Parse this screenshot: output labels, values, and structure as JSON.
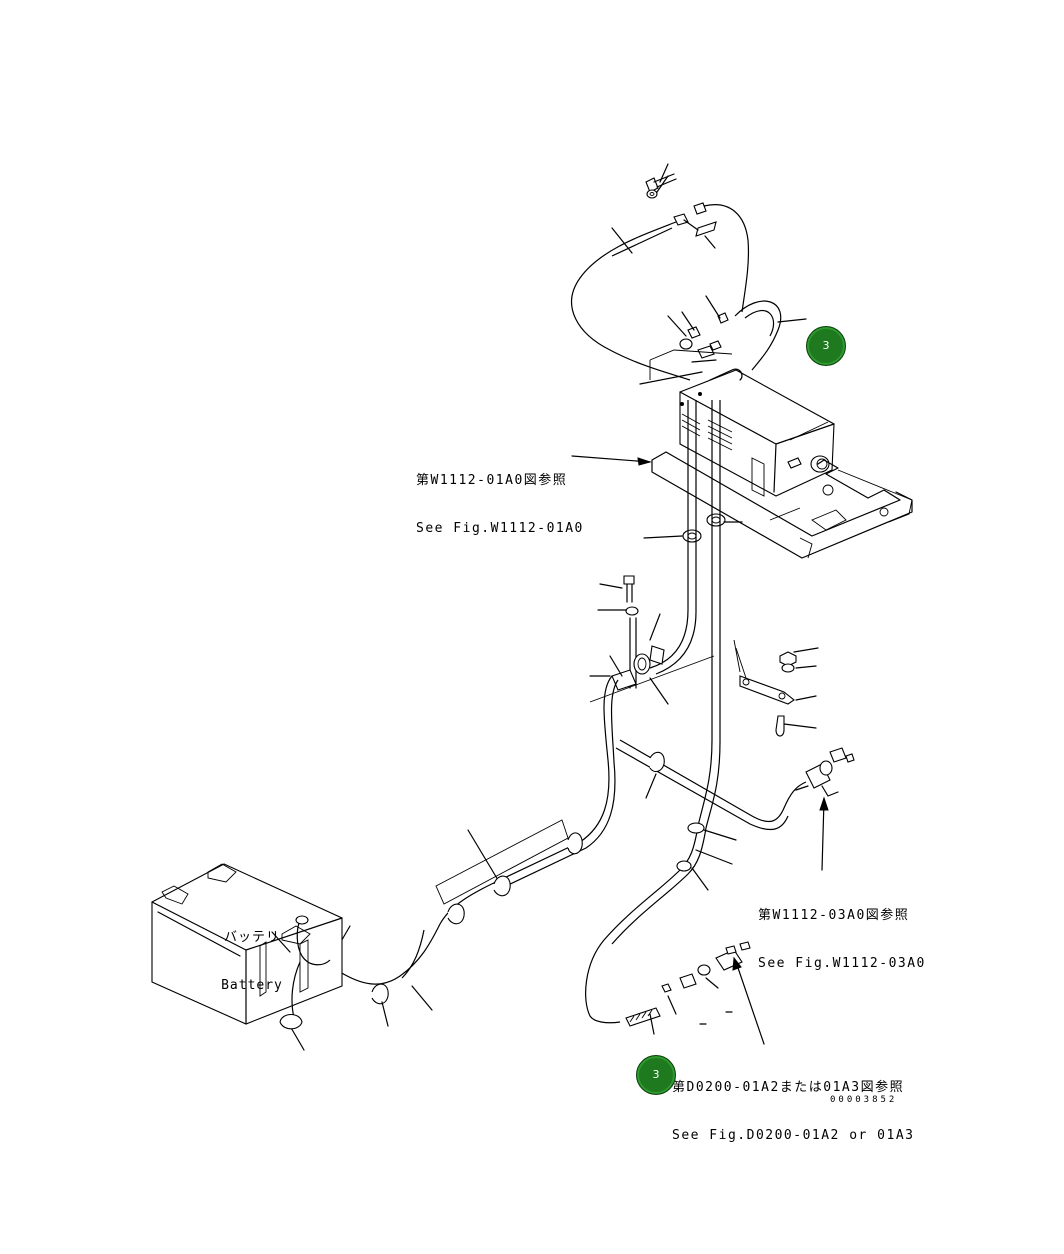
{
  "references": [
    {
      "jp": "第W1112-01A0図参照",
      "en": "See Fig.W1112-01A0"
    },
    {
      "jp": "第W1112-03A0図参照",
      "en": "See Fig.W1112-03A0"
    },
    {
      "jp": "第D0200-01A2または01A3図参照",
      "en": "See Fig.D0200-01A2 or 01A3"
    }
  ],
  "battery_label": {
    "jp": "バッテリ",
    "en": "Battery"
  },
  "callouts": [
    {
      "number": "3",
      "color": "#1f7a1f"
    },
    {
      "number": "3",
      "color": "#1f7a1f"
    }
  ],
  "drawing_number": "00003852"
}
